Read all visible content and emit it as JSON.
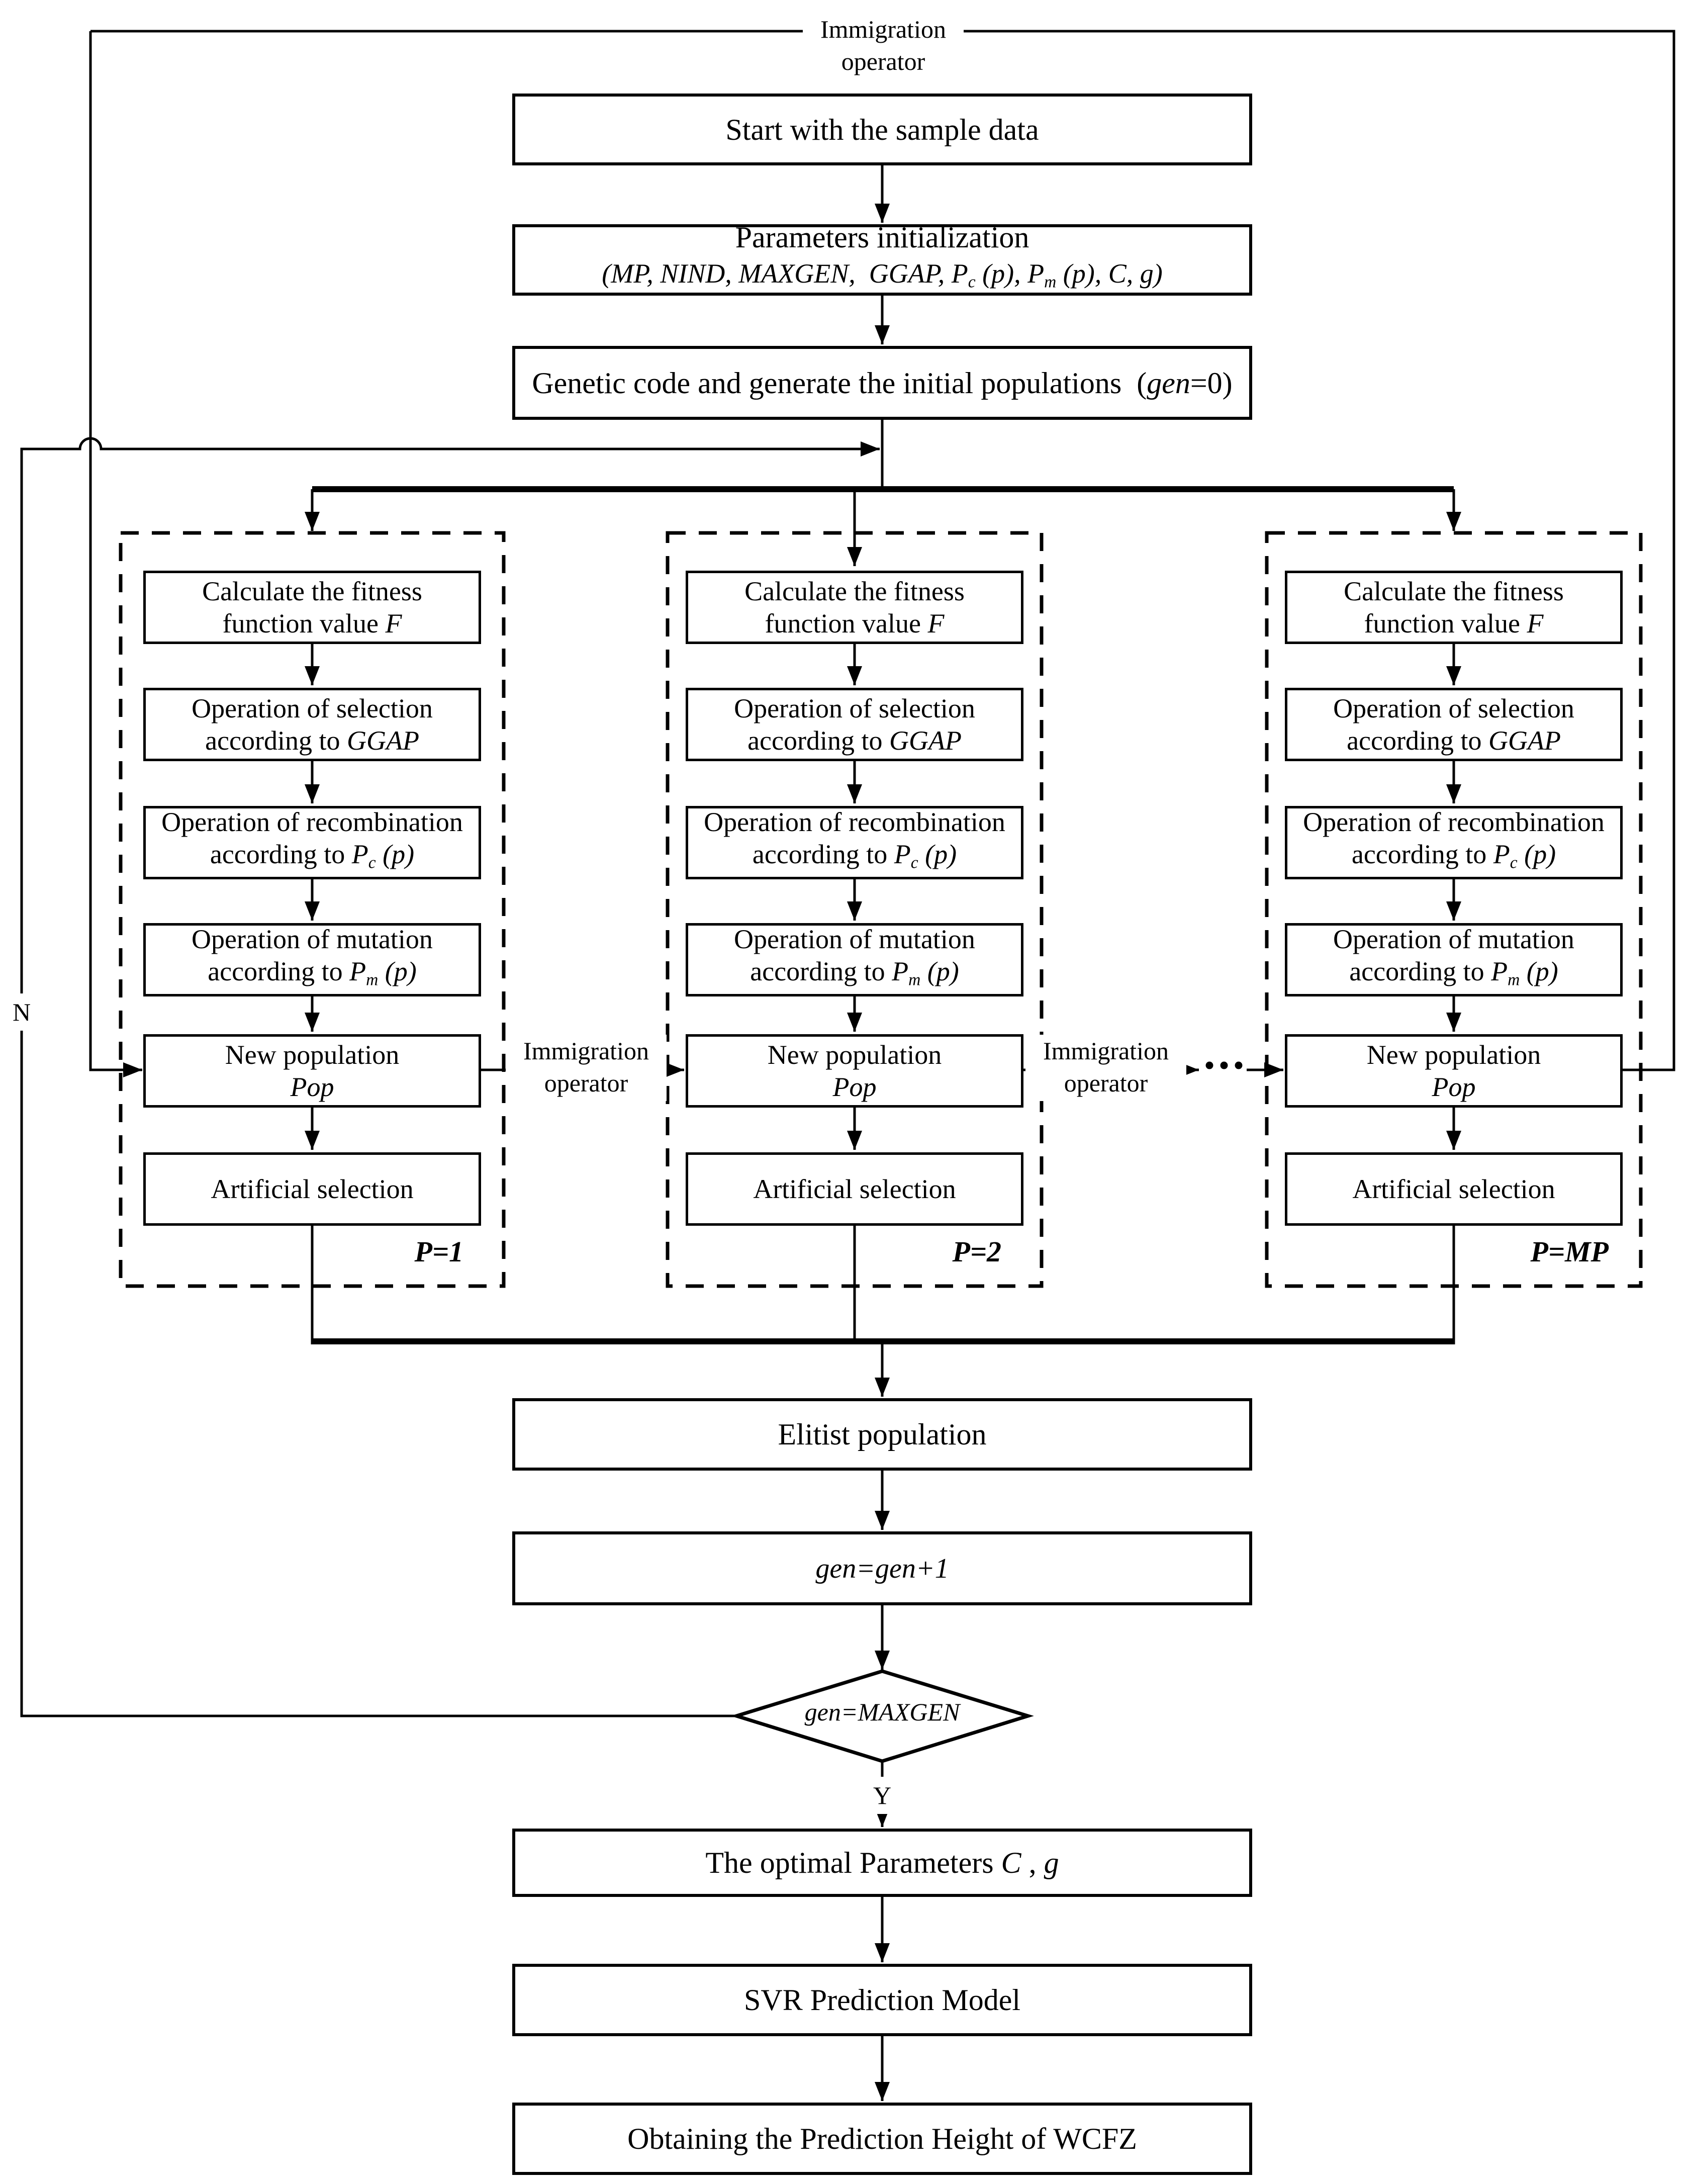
{
  "page": {
    "ink": "#000000",
    "paper": "#ffffff"
  },
  "loop_label": {
    "line1": "Immigration",
    "line2": "operator"
  },
  "flow": {
    "start": "Start with the sample data",
    "params_title": "Parameters initialization",
    "params_detail": {
      "pre": "(MP, NIND, MAXGEN,  GGAP, P",
      "sub1": "c",
      "mid": " (p), P",
      "sub2": "m",
      "post": " (p), C, g)"
    },
    "genetic": {
      "pre": "Genetic code and generate the initial populations  (",
      "var": "gen",
      "post": "=0)"
    }
  },
  "column_boxes": {
    "fitness": {
      "line1": "Calculate the fitness",
      "line2_pre": "function value ",
      "line2_var": "F"
    },
    "selection": {
      "line1": "Operation of selection",
      "line2_pre": "according to ",
      "line2_var": "GGAP"
    },
    "recombination": {
      "line1": "Operation of recombination",
      "line2_pre": "according to ",
      "line2_var": "P",
      "line2_sub": "c",
      "line2_post": " (p)"
    },
    "mutation": {
      "line1": "Operation of mutation",
      "line2_pre": "according to ",
      "line2_var": "P",
      "line2_sub": "m",
      "line2_post": " (p)"
    },
    "new_population": {
      "line1": "New population",
      "line2": "Pop"
    },
    "artificial": {
      "text": "Artificial selection"
    }
  },
  "column_tags": [
    {
      "var": "P",
      "eq": "=1"
    },
    {
      "var": "P",
      "eq": "=2"
    },
    {
      "var": "P",
      "eq": "=MP"
    }
  ],
  "immigration_label": {
    "line1": "Immigration",
    "line2": "operator"
  },
  "ellipsis": "...",
  "merge_chain": {
    "elitist": "Elitist population",
    "increment": "gen=gen+1"
  },
  "decision": {
    "text": "gen=MAXGEN",
    "yes": "Y",
    "no": "N"
  },
  "result_chain": {
    "optimal": {
      "pre": "The optimal Parameters ",
      "c": "C",
      "sep": " , ",
      "g": "g"
    },
    "svr": "SVR Prediction Model",
    "obtain": "Obtaining the Prediction Height of WCFZ"
  }
}
